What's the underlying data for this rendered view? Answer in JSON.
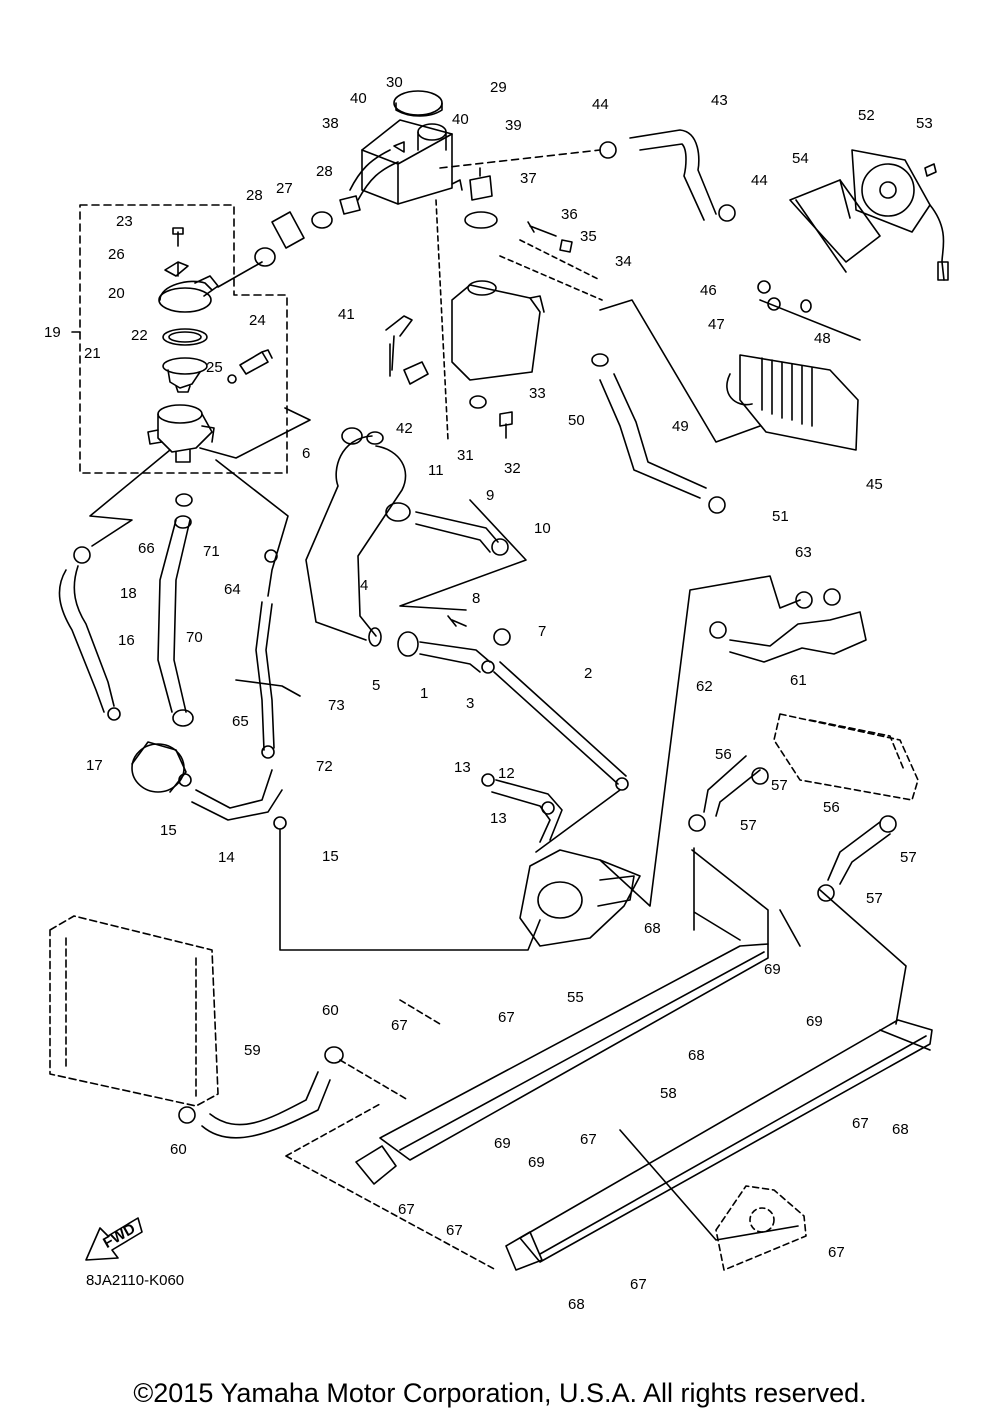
{
  "diagram": {
    "part_numbers": [
      "1",
      "2",
      "3",
      "4",
      "5",
      "6",
      "7",
      "8",
      "9",
      "10",
      "11",
      "12",
      "13",
      "14",
      "15",
      "16",
      "17",
      "18",
      "19",
      "20",
      "21",
      "22",
      "23",
      "24",
      "25",
      "26",
      "27",
      "28",
      "29",
      "30",
      "31",
      "32",
      "33",
      "34",
      "35",
      "36",
      "37",
      "38",
      "39",
      "40",
      "41",
      "42",
      "43",
      "44",
      "45",
      "46",
      "47",
      "48",
      "49",
      "50",
      "51",
      "52",
      "53",
      "54",
      "55",
      "56",
      "57",
      "58",
      "59",
      "60",
      "61",
      "62",
      "63",
      "64",
      "65",
      "66",
      "67",
      "68",
      "69",
      "70",
      "71",
      "72",
      "73"
    ],
    "direction_label": "FWD",
    "drawing_code": "8JA2110-K060"
  },
  "footer": {
    "copyright": "©2015 Yamaha Motor Corporation, U.S.A. All rights reserved."
  }
}
